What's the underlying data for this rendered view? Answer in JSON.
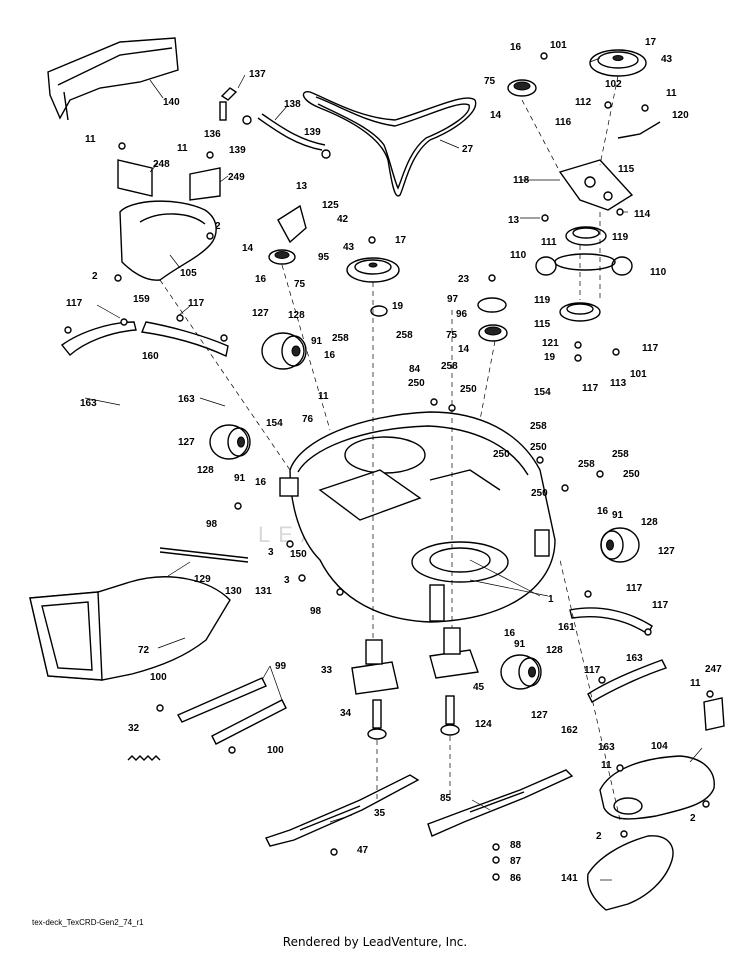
{
  "diagram": {
    "watermark": "LEADVENTURE",
    "footer_id": "tex-deck_TexCRD-Gen2_74_r1",
    "footer_credit": "Rendered by LeadVenture, Inc.",
    "labels": [
      {
        "id": "140",
        "text": "140"
      },
      {
        "id": "137",
        "text": "137"
      },
      {
        "id": "136",
        "text": "136"
      },
      {
        "id": "138",
        "text": "138"
      },
      {
        "id": "139a",
        "text": "139"
      },
      {
        "id": "139b",
        "text": "139"
      },
      {
        "id": "27",
        "text": "27"
      },
      {
        "id": "16a",
        "text": "16"
      },
      {
        "id": "101a",
        "text": "101"
      },
      {
        "id": "17a",
        "text": "17"
      },
      {
        "id": "43a",
        "text": "43"
      },
      {
        "id": "75a",
        "text": "75"
      },
      {
        "id": "102",
        "text": "102"
      },
      {
        "id": "11a",
        "text": "11"
      },
      {
        "id": "112",
        "text": "112"
      },
      {
        "id": "120",
        "text": "120"
      },
      {
        "id": "14a",
        "text": "14"
      },
      {
        "id": "116",
        "text": "116"
      },
      {
        "id": "115a",
        "text": "115"
      },
      {
        "id": "118",
        "text": "118"
      },
      {
        "id": "114",
        "text": "114"
      },
      {
        "id": "13a",
        "text": "13"
      },
      {
        "id": "119a",
        "text": "119"
      },
      {
        "id": "111",
        "text": "111"
      },
      {
        "id": "110a",
        "text": "110"
      },
      {
        "id": "110b",
        "text": "110"
      },
      {
        "id": "11b",
        "text": "11"
      },
      {
        "id": "248",
        "text": "248"
      },
      {
        "id": "11c",
        "text": "11"
      },
      {
        "id": "249",
        "text": "249"
      },
      {
        "id": "13b",
        "text": "13"
      },
      {
        "id": "125",
        "text": "125"
      },
      {
        "id": "42",
        "text": "42"
      },
      {
        "id": "14b",
        "text": "14"
      },
      {
        "id": "95",
        "text": "95"
      },
      {
        "id": "16b",
        "text": "16"
      },
      {
        "id": "75b",
        "text": "75"
      },
      {
        "id": "43b",
        "text": "43"
      },
      {
        "id": "17b",
        "text": "17"
      },
      {
        "id": "2a",
        "text": "2"
      },
      {
        "id": "105",
        "text": "105"
      },
      {
        "id": "2b",
        "text": "2"
      },
      {
        "id": "23",
        "text": "23"
      },
      {
        "id": "97",
        "text": "97"
      },
      {
        "id": "96",
        "text": "96"
      },
      {
        "id": "75c",
        "text": "75"
      },
      {
        "id": "14c",
        "text": "14"
      },
      {
        "id": "119b",
        "text": "119"
      },
      {
        "id": "115b",
        "text": "115"
      },
      {
        "id": "121",
        "text": "121"
      },
      {
        "id": "19a",
        "text": "19"
      },
      {
        "id": "117a",
        "text": "117"
      },
      {
        "id": "117b",
        "text": "117"
      },
      {
        "id": "113",
        "text": "113"
      },
      {
        "id": "101b",
        "text": "101"
      },
      {
        "id": "117c",
        "text": "117"
      },
      {
        "id": "159",
        "text": "159"
      },
      {
        "id": "117d",
        "text": "117"
      },
      {
        "id": "160",
        "text": "160"
      },
      {
        "id": "163a",
        "text": "163"
      },
      {
        "id": "163b",
        "text": "163"
      },
      {
        "id": "127a",
        "text": "127"
      },
      {
        "id": "128a",
        "text": "128"
      },
      {
        "id": "91a",
        "text": "91"
      },
      {
        "id": "16c",
        "text": "16"
      },
      {
        "id": "258a",
        "text": "258"
      },
      {
        "id": "258b",
        "text": "258"
      },
      {
        "id": "19b",
        "text": "19"
      },
      {
        "id": "84",
        "text": "84"
      },
      {
        "id": "258c",
        "text": "258"
      },
      {
        "id": "250a",
        "text": "250"
      },
      {
        "id": "250b",
        "text": "250"
      },
      {
        "id": "154a",
        "text": "154"
      },
      {
        "id": "11d",
        "text": "11"
      },
      {
        "id": "76",
        "text": "76"
      },
      {
        "id": "154b",
        "text": "154"
      },
      {
        "id": "127b",
        "text": "127"
      },
      {
        "id": "128b",
        "text": "128"
      },
      {
        "id": "91b",
        "text": "91"
      },
      {
        "id": "16d",
        "text": "16"
      },
      {
        "id": "258d",
        "text": "258"
      },
      {
        "id": "250c",
        "text": "250"
      },
      {
        "id": "250d",
        "text": "250"
      },
      {
        "id": "258e",
        "text": "258"
      },
      {
        "id": "258f",
        "text": "258"
      },
      {
        "id": "250e",
        "text": "250"
      },
      {
        "id": "250f",
        "text": "250"
      },
      {
        "id": "98a",
        "text": "98"
      },
      {
        "id": "16e",
        "text": "16"
      },
      {
        "id": "91c",
        "text": "91"
      },
      {
        "id": "128c",
        "text": "128"
      },
      {
        "id": "127c",
        "text": "127"
      },
      {
        "id": "150",
        "text": "150"
      },
      {
        "id": "3a",
        "text": "3"
      },
      {
        "id": "3b",
        "text": "3"
      },
      {
        "id": "129",
        "text": "129"
      },
      {
        "id": "130",
        "text": "130"
      },
      {
        "id": "131",
        "text": "131"
      },
      {
        "id": "1",
        "text": "1"
      },
      {
        "id": "98b",
        "text": "98"
      },
      {
        "id": "117e",
        "text": "117"
      },
      {
        "id": "161",
        "text": "161"
      },
      {
        "id": "117f",
        "text": "117"
      },
      {
        "id": "72",
        "text": "72"
      },
      {
        "id": "99",
        "text": "99"
      },
      {
        "id": "16f",
        "text": "16"
      },
      {
        "id": "91d",
        "text": "91"
      },
      {
        "id": "128d",
        "text": "128"
      },
      {
        "id": "163c",
        "text": "163"
      },
      {
        "id": "117g",
        "text": "117"
      },
      {
        "id": "247",
        "text": "247"
      },
      {
        "id": "100a",
        "text": "100"
      },
      {
        "id": "33",
        "text": "33"
      },
      {
        "id": "45",
        "text": "45"
      },
      {
        "id": "127d",
        "text": "127"
      },
      {
        "id": "11e",
        "text": "11"
      },
      {
        "id": "162",
        "text": "162"
      },
      {
        "id": "163d",
        "text": "163"
      },
      {
        "id": "34",
        "text": "34"
      },
      {
        "id": "124",
        "text": "124"
      },
      {
        "id": "104",
        "text": "104"
      },
      {
        "id": "32",
        "text": "32"
      },
      {
        "id": "100b",
        "text": "100"
      },
      {
        "id": "11f",
        "text": "11"
      },
      {
        "id": "35",
        "text": "35"
      },
      {
        "id": "85",
        "text": "85"
      },
      {
        "id": "2c",
        "text": "2"
      },
      {
        "id": "2d",
        "text": "2"
      },
      {
        "id": "47",
        "text": "47"
      },
      {
        "id": "88",
        "text": "88"
      },
      {
        "id": "87",
        "text": "87"
      },
      {
        "id": "86",
        "text": "86"
      },
      {
        "id": "141",
        "text": "141"
      }
    ]
  }
}
